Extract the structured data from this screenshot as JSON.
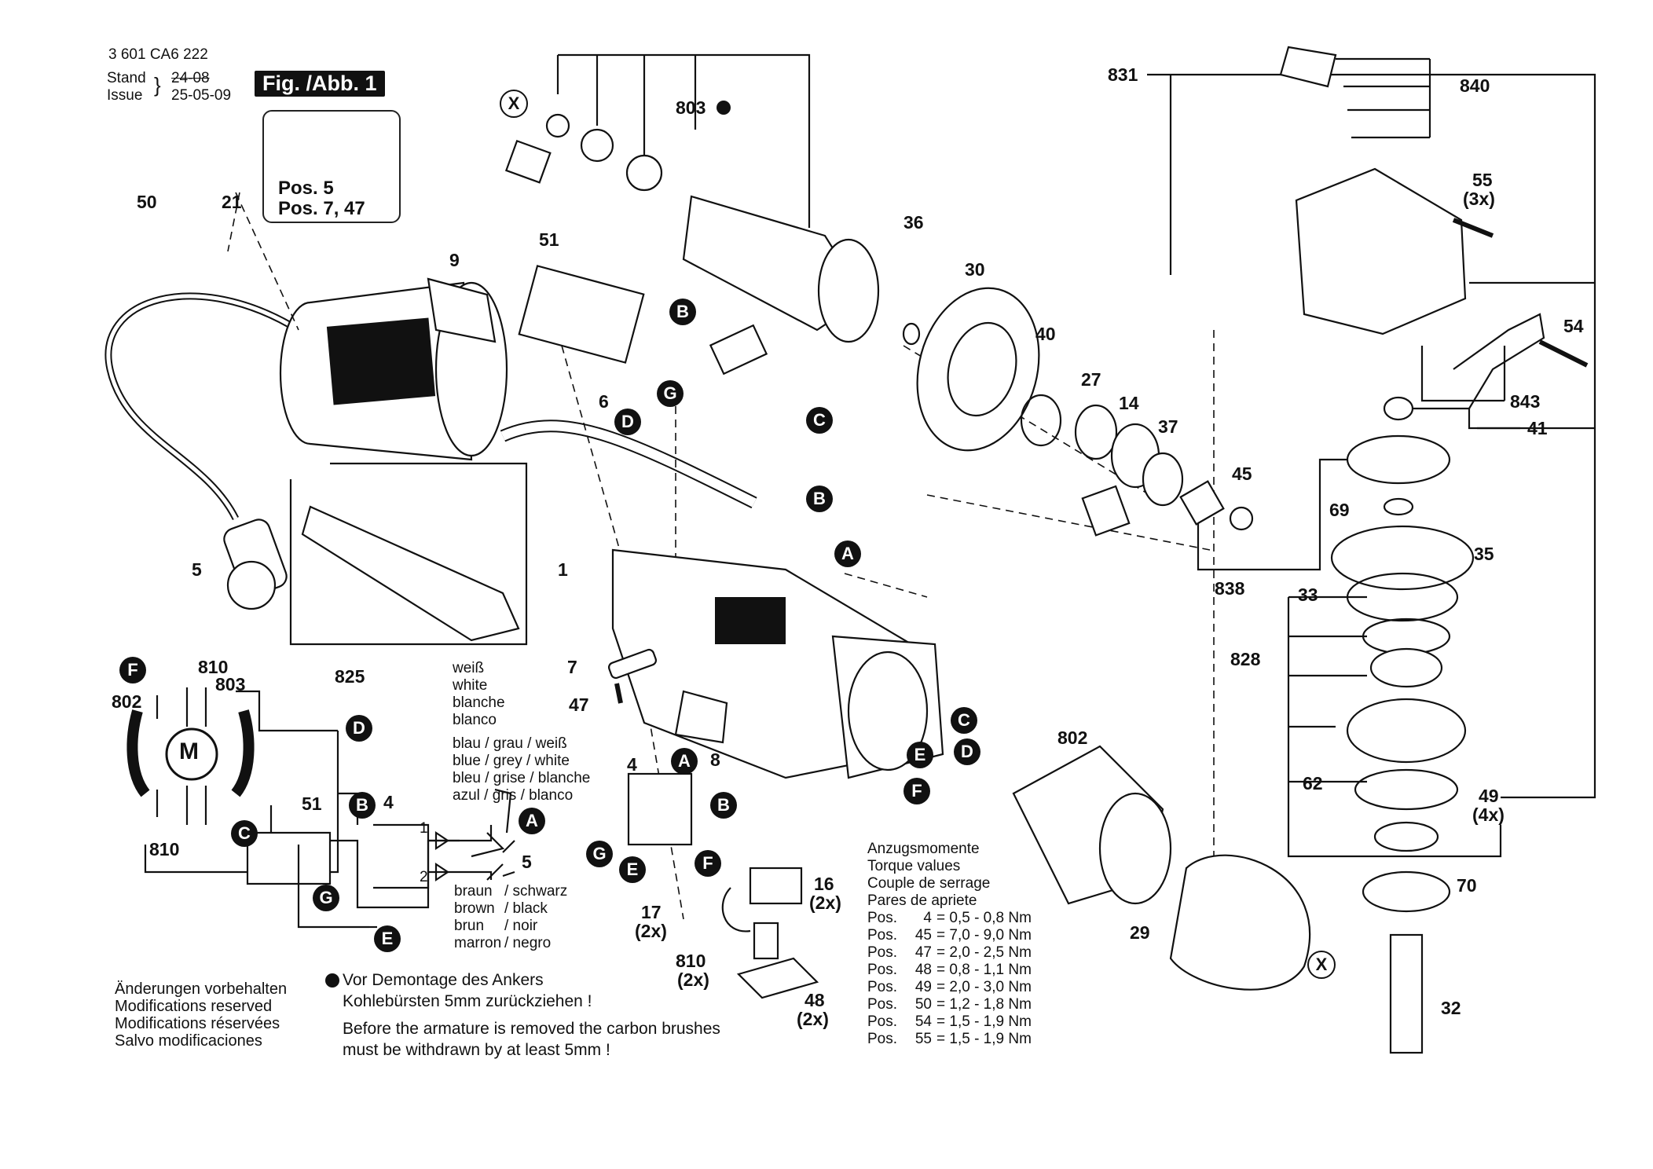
{
  "header": {
    "part_number": "3 601 CA6 222",
    "stand_label": "Stand",
    "issue_label": "Issue",
    "old_date": "24-08",
    "new_date": "25-05-09",
    "fig_label": "Fig. /Abb. 1"
  },
  "warning": {
    "line1": "Pos. 5",
    "line2": "Pos. 7, 47",
    "icons": [
      "warning-triangle-icon",
      "read-manual-icon"
    ]
  },
  "parts": {
    "p831": "831",
    "p840": "840",
    "p803": "803",
    "p55": "55",
    "p55q": "(3x)",
    "p50": "50",
    "p21": "21",
    "p9": "9",
    "p51": "51",
    "p36": "36",
    "p30": "30",
    "p40": "40",
    "p27": "27",
    "p14": "14",
    "p37": "37",
    "p45": "45",
    "p54": "54",
    "p843": "843",
    "p41": "41",
    "p6": "6",
    "p5": "5",
    "p1": "1",
    "p69": "69",
    "p35": "35",
    "p838": "838",
    "p33": "33",
    "p828": "828",
    "p7": "7",
    "p47": "47",
    "p825": "825",
    "p802": "802",
    "p8": "8",
    "p4": "4",
    "p62": "62",
    "p49": "49",
    "p49q": "(4x)",
    "p16": "16",
    "p16q": "(2x)",
    "p17": "17",
    "p17q": "(2x)",
    "p810": "810",
    "p810q": "(2x)",
    "p48": "48",
    "p48q": "(2x)",
    "p29": "29",
    "p70": "70",
    "p32": "32"
  },
  "schematic": {
    "motor": "M",
    "p810a": "810",
    "p803": "803",
    "p802": "802",
    "p810b": "810",
    "p51": "51",
    "p4": "4",
    "p5": "5",
    "t1": "1",
    "t2": "2"
  },
  "connectors": {
    "A": "A",
    "B": "B",
    "C": "C",
    "D": "D",
    "E": "E",
    "F": "F",
    "G": "G",
    "X": "X"
  },
  "wire_colors": {
    "white": [
      "weiß",
      "white",
      "blanche",
      "blanco"
    ],
    "blue": [
      "blau / grau / weiß",
      "blue / grey / white",
      "bleu / grise / blanche",
      "azul / gris  / blanco"
    ],
    "brown": [
      {
        "a": "braun",
        "b": "/ schwarz"
      },
      {
        "a": "brown",
        "b": "/ black"
      },
      {
        "a": "brun",
        "b": "/ noir"
      },
      {
        "a": "marron",
        "b": "/ negro"
      }
    ]
  },
  "notes": {
    "modifications": [
      "Änderungen vorbehalten",
      "Modifications reserved",
      "Modifications réservées",
      "Salvo modificaciones"
    ],
    "demontage": [
      "Vor Demontage des Ankers",
      "Kohlebürsten 5mm zurückziehen !"
    ],
    "armature": [
      "Before the armature is removed the carbon brushes",
      "must be withdrawn by at least 5mm !"
    ]
  },
  "torque": {
    "headers": [
      "Anzugsmomente",
      "Torque values",
      "Couple de serrage",
      "Pares de apriete"
    ],
    "rows": [
      {
        "pos": "Pos.",
        "n": "4",
        "eq": "= 0,5 - 0,8 Nm"
      },
      {
        "pos": "Pos.",
        "n": "45",
        "eq": "= 7,0 - 9,0 Nm"
      },
      {
        "pos": "Pos.",
        "n": "47",
        "eq": "= 2,0 - 2,5 Nm"
      },
      {
        "pos": "Pos.",
        "n": "48",
        "eq": "= 0,8 - 1,1 Nm"
      },
      {
        "pos": "Pos.",
        "n": "49",
        "eq": "= 2,0 - 3,0 Nm"
      },
      {
        "pos": "Pos.",
        "n": "50",
        "eq": "= 1,2 - 1,8 Nm"
      },
      {
        "pos": "Pos.",
        "n": "54",
        "eq": "= 1,5 - 1,9 Nm"
      },
      {
        "pos": "Pos.",
        "n": "55",
        "eq": "= 1,5 - 1,9 Nm"
      }
    ]
  }
}
